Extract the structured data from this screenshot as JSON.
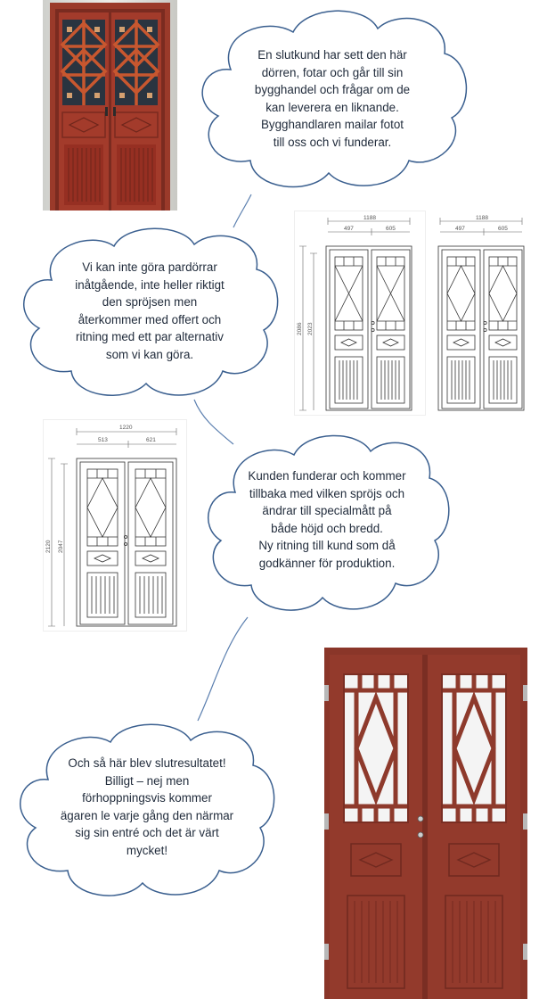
{
  "bubbles": {
    "b1": [
      "En slutkund har sett den här",
      "dörren, fotar och går till sin",
      "bygghandel och frågar om de",
      "kan leverera en liknande.",
      "Bygghandlaren mailar fotot",
      "till oss och vi funderar."
    ],
    "b2": [
      "Vi kan inte göra pardörrar",
      "inåtgående, inte heller riktigt",
      "den spröjsen men",
      "återkommer med offert och",
      "ritning med ett par alternativ",
      "som vi kan göra."
    ],
    "b3": [
      "Kunden funderar och kommer",
      "tillbaka med vilken spröjs och",
      "ändrar till specialmått på",
      "både höjd och bredd.",
      "Ny ritning till kund som då",
      "godkänner för produktion."
    ],
    "b4": [
      "Och så här blev slutresultatet!",
      "Billigt – nej men",
      "förhoppningsvis kommer",
      "ägaren le varje gång den närmar",
      "sig sin entré och det är värt",
      "mycket!"
    ]
  },
  "drawing1": {
    "total_width": "1188",
    "left_width": "497",
    "right_width": "605",
    "height_outer": "2086",
    "height_inner": "2023"
  },
  "drawing2": {
    "total_width": "1188",
    "left_width": "497",
    "right_width": "605"
  },
  "drawing3": {
    "total_width": "1220",
    "left_width": "513",
    "right_width": "621",
    "height_outer": "2120",
    "height_inner": "2047"
  },
  "colors": {
    "door_red": "#8e3a2c",
    "cloud_outline": "#3a5f8f",
    "connector": "#5b7faf"
  }
}
